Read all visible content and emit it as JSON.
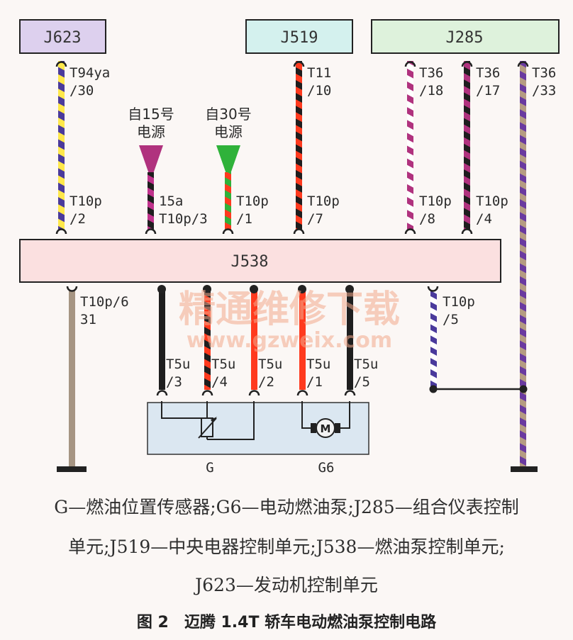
{
  "modules": {
    "j623": "J623",
    "j519": "J519",
    "j285": "J285",
    "j538": "J538"
  },
  "sources": {
    "s15_line1": "自15号",
    "s15_line2": "电源",
    "s30_line1": "自30号",
    "s30_line2": "电源"
  },
  "pins": {
    "t94ya_a": "T94ya",
    "t94ya_b": "/30",
    "t11_a": "T11",
    "t11_b": "/10",
    "t36_18_a": "T36",
    "t36_18_b": "/18",
    "t36_17_a": "T36",
    "t36_17_b": "/17",
    "t36_33_a": "T36",
    "t36_33_b": "/33",
    "t10p2_a": "T10p",
    "t10p2_b": "/2",
    "p15a": "15a",
    "t10p3": "T10p/3",
    "t10p1_a": "T10p",
    "t10p1_b": "/1",
    "t10p7_a": "T10p",
    "t10p7_b": "/7",
    "t10p8_a": "T10p",
    "t10p8_b": "/8",
    "t10p4_a": "T10p",
    "t10p4_b": "/4",
    "t10p6": "T10p/6",
    "p31": "31",
    "t10p5_a": "T10p",
    "t10p5_b": "/5",
    "t5u3_a": "T5u",
    "t5u3_b": "/3",
    "t5u4_a": "T5u",
    "t5u4_b": "/4",
    "t5u2_a": "T5u",
    "t5u2_b": "/2",
    "t5u1_a": "T5u",
    "t5u1_b": "/1",
    "t5u5_a": "T5u",
    "t5u5_b": "/5"
  },
  "components": {
    "sensor": "G",
    "pump": "G6",
    "motor_symbol": "M"
  },
  "watermark": {
    "line1": "精通维修下载",
    "line2": "www.gzweix.com"
  },
  "caption": {
    "line1": "G—燃油位置传感器;G6—电动燃油泵;J285—组合仪表控制",
    "line2": "单元;J519—中央电器控制单元;J538—燃油泵控制单元;",
    "line3": "J623—发动机控制单元",
    "figure_title": "图 2　迈腾 1.4T 轿车电动燃油泵控制电路"
  },
  "colors": {
    "yellow": "#ffe84a",
    "violet": "#4a3a9c",
    "black": "#1e1e1e",
    "red": "#ff3a1e",
    "white": "#ffffff",
    "purple": "#b0327e",
    "magenta": "#b0327e",
    "green": "#2fb23a",
    "brown": "#a69583",
    "box_j623": "#ddd0ee",
    "box_j519": "#d4f1ee",
    "box_j285": "#def2dc",
    "box_j538": "#fbe0e0",
    "comp_box": "#dbe7f1"
  }
}
